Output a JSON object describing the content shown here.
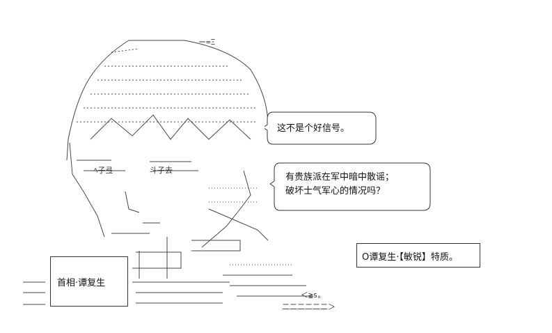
{
  "bubbles": {
    "first": {
      "line1": "这不是个好信号。"
    },
    "second": {
      "line1": "有贵族派在军中暗中散谣；",
      "line2": "破坏士气军心的情况吗？"
    }
  },
  "name_plate": {
    "text": "首相·谭复生"
  },
  "trait_note": {
    "text": "O谭复生·【敏锐】特质。"
  },
  "art": {
    "marks": {
      "cheek_left": "ー=Ξ",
      "eye_left": "ﾍ子弖",
      "eye_right": "斗子去",
      "smirk": "＜≧s。",
      "chin": "二二二二二二＞"
    }
  }
}
